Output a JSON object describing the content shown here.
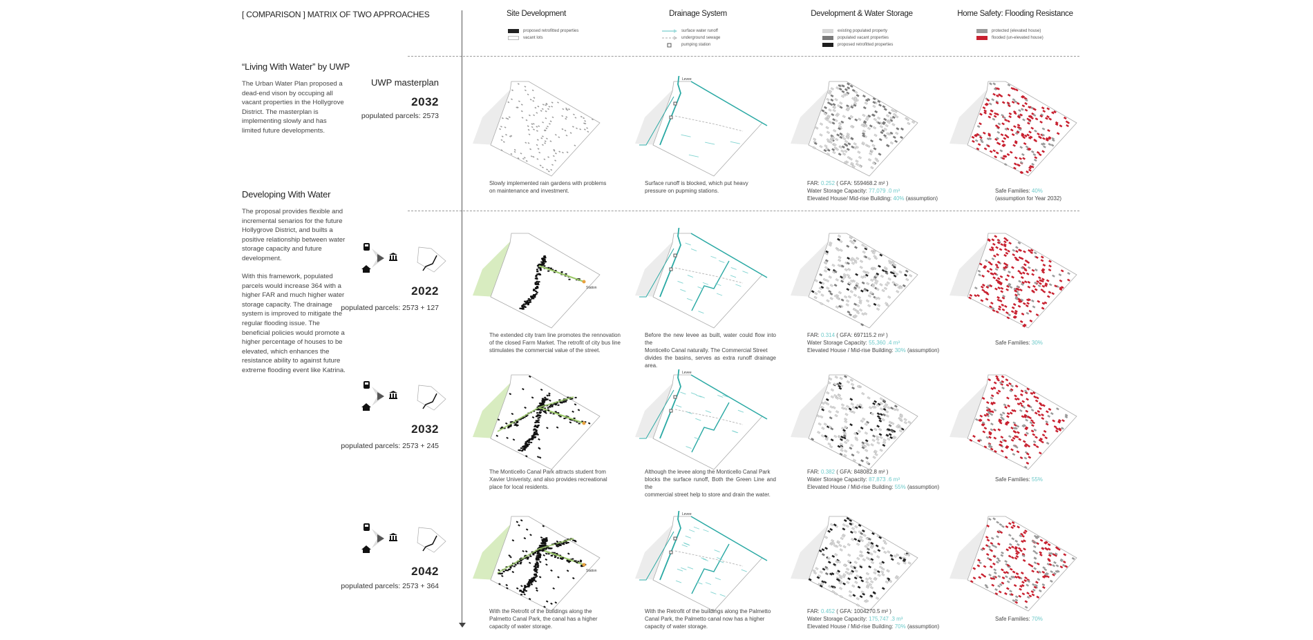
{
  "title": "[ COMPARISON ] MATRIX OF TWO APPROACHES",
  "colors": {
    "accent_text": "#6cc9c9",
    "drainage": "#2aa9a4",
    "flooded": "#c8202f",
    "green_line": "#9cc96a",
    "retrofit": "#1a1a1a"
  },
  "columns": [
    {
      "header": "Site Development",
      "legend": [
        {
          "label": "proposed retrofitted properties",
          "color": "#222222"
        },
        {
          "label": "vacant lots",
          "color": "#ffffff"
        }
      ]
    },
    {
      "header": "Drainage System",
      "legend": [
        {
          "label": "surface water runoff",
          "icon": "solid-arrow-icon"
        },
        {
          "label": "underground sewage",
          "icon": "dashed-arrow-icon"
        },
        {
          "label": "pumping station",
          "icon": "pumping-station-icon"
        }
      ]
    },
    {
      "header": "Development & Water Storage",
      "legend": [
        {
          "label": "existing populated property",
          "color": "#d6d6d6"
        },
        {
          "label": "populated vacant properties",
          "color": "#7a7a7a"
        },
        {
          "label": "proposed retrofitted properties",
          "color": "#1e1e1e"
        }
      ]
    },
    {
      "header": "Home Safety: Flooding Resistance",
      "legend": [
        {
          "label": "protected (elevated house)",
          "color": "#9a9a9a"
        },
        {
          "label": "flooded (un-elevated house)",
          "color": "#c8202f"
        }
      ]
    }
  ],
  "sections": {
    "uwp": {
      "heading": "“Living With Water” by UWP",
      "paragraph": "The Urban Water Plan proposed a dead-end vison by occuping all vacant properties in the Hollygrove District. The masterplan is implementing slowly and has limited future developments."
    },
    "dww": {
      "heading": "Developing With Water",
      "paragraph1": "The proposal provides flexible and incremental senarios for the future Hollygrove District, and builts a positive relationship between water storage capacity and future development.",
      "paragraph2": "With this framework, populated parcels would increase 364 with a higher FAR and much higher water storage capacity. The drainage system is improved to mitigate the regular flooding issue. The beneficial policies would promote a higher percentage of houses to be elevated, which enhances the resistance ability to against future extreme flooding event like Katrina."
    }
  },
  "rows": [
    {
      "plan": "UWP masterplan",
      "year": "2032",
      "parcels": "populated parcels:   2573",
      "site": [
        "Slowly implemented rain gardens with problems",
        "on maintenance and investment."
      ],
      "drainage": [
        "Surface runoff is blocked, which put heavy",
        "pressure on pupming stations."
      ],
      "map_labels": {
        "levee": "Levee"
      },
      "storage": [
        [
          {
            "t": "FAR: "
          },
          {
            "t": "0.252",
            "hl": true
          },
          {
            "t": "   ( GFA: 559468.2 m² )"
          }
        ],
        [
          {
            "t": "Water Storage Capacity: "
          },
          {
            "t": "77,079 .0 m³",
            "hl": true
          }
        ],
        [
          {
            "t": "Elevated House/ Mid-rise Building: "
          },
          {
            "t": "40%",
            "hl": true
          },
          {
            "t": " (assumption)"
          }
        ]
      ],
      "safety": [
        [
          {
            "t": "Safe Families: "
          },
          {
            "t": "40%",
            "hl": true
          }
        ],
        [
          {
            "t": "(assumption for Year 2032)"
          }
        ]
      ]
    },
    {
      "year": "2022",
      "parcels": "populated parcels: 2573 +  127",
      "site": [
        "The extended city tram line promotes the rennovation of the closed Farm Market. The retrofit of city bus line stimulates the commercial value of the street."
      ],
      "drainage": [
        "Before the new levee as built, water could flow into the",
        "Monticello Canal naturally. The Commercial Street",
        "divides the basins, serves as extra runoff drainage area."
      ],
      "map_labels": {
        "station": "Station"
      },
      "storage": [
        [
          {
            "t": "FAR: "
          },
          {
            "t": "0.314",
            "hl": true
          },
          {
            "t": "   ( GFA: 697115.2 m² )"
          }
        ],
        [
          {
            "t": "Water Storage Capacity: "
          },
          {
            "t": "55,360 .4 m³",
            "hl": true
          }
        ],
        [
          {
            "t": "Elevated House / Mid-rise Building: "
          },
          {
            "t": "30%",
            "hl": true
          },
          {
            "t": " (assumption)"
          }
        ]
      ],
      "safety": [
        [
          {
            "t": "Safe Families: "
          },
          {
            "t": "30%",
            "hl": true
          }
        ]
      ]
    },
    {
      "year": "2032",
      "parcels": "populated parcels: 2573 + 245",
      "site": [
        "The Monticello Canal Park attracts student from",
        "Xavier Univeristy, and also provides recreational",
        "place for local residents."
      ],
      "drainage": [
        "Although the levee along the Monticello Canal Park",
        "blocks the surface runoff, Both the Green Line and the",
        "commercial street help to store and drain the water."
      ],
      "map_labels": {
        "levee": "Levee"
      },
      "storage": [
        [
          {
            "t": "FAR: "
          },
          {
            "t": "0.382",
            "hl": true
          },
          {
            "t": "   ( GFA: 848082.8 m² )"
          }
        ],
        [
          {
            "t": "Water Storage Capacity: "
          },
          {
            "t": "87,873 .6 m³",
            "hl": true
          }
        ],
        [
          {
            "t": "Elevated House / Mid-rise Building: "
          },
          {
            "t": "55%",
            "hl": true
          },
          {
            "t": " (assumption)"
          }
        ]
      ],
      "safety": [
        [
          {
            "t": "Safe Families: "
          },
          {
            "t": "55%",
            "hl": true
          }
        ]
      ]
    },
    {
      "year": "2042",
      "parcels": "populated parcels: 2573 + 364",
      "site": [
        "With the Retrofit of the buildings along the",
        "Palmetto Canal Park, the canal has a higher",
        "capacity of water storage."
      ],
      "drainage": [
        "With the Retrofit of the buildings along the Palmetto",
        "Canal Park, the Palmetto canal now has a higher",
        "capacity of water storage."
      ],
      "map_labels": {
        "levee": "Levee",
        "station": "Station"
      },
      "storage": [
        [
          {
            "t": "FAR: "
          },
          {
            "t": "0.452",
            "hl": true
          },
          {
            "t": "   ( GFA: 1004270.5 m² )"
          }
        ],
        [
          {
            "t": "Water Storage Capacity: "
          },
          {
            "t": "175,747 .3 m³",
            "hl": true
          }
        ],
        [
          {
            "t": "Elevated House / Mid-rise Building: "
          },
          {
            "t": "70%",
            "hl": true
          },
          {
            "t": " (assumption)"
          }
        ]
      ],
      "safety": [
        [
          {
            "t": "Safe Families: "
          },
          {
            "t": "70%",
            "hl": true
          }
        ]
      ]
    }
  ]
}
